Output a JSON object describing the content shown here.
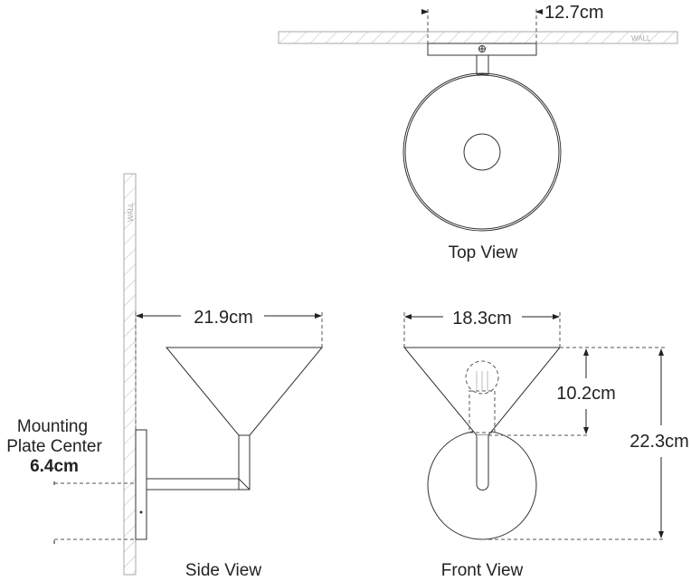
{
  "top_view": {
    "label": "Top View",
    "wall_label": "WALL",
    "dimension": "12.7cm"
  },
  "side_view": {
    "label": "Side View",
    "wall_label": "WALL",
    "dimension": "21.9cm",
    "mounting_line1": "Mounting",
    "mounting_line2": "Plate Center",
    "mounting_dimension": "6.4cm"
  },
  "front_view": {
    "label": "Front View",
    "width_dimension": "18.3cm",
    "shade_height_dimension": "10.2cm",
    "overall_height_dimension": "22.3cm"
  },
  "colors": {
    "line": "#333333",
    "wall_hatch": "#aaaaaa"
  }
}
